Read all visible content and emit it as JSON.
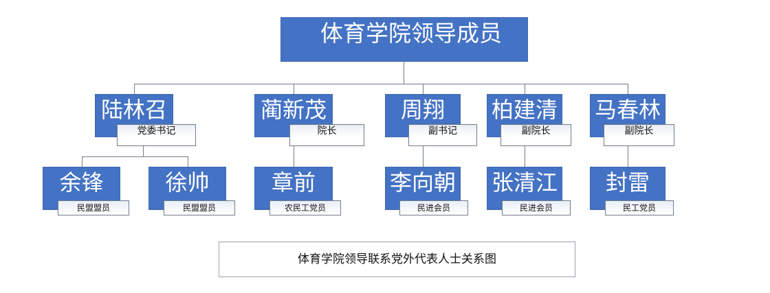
{
  "root": {
    "title": "体育学院领导成员"
  },
  "leaders": [
    {
      "name": "陆林召",
      "role": "党委书记"
    },
    {
      "name": "蔺新茂",
      "role": "院长"
    },
    {
      "name": "周翔",
      "role": "副书记"
    },
    {
      "name": "柏建清",
      "role": "副院长"
    },
    {
      "name": "马春林",
      "role": "副院长"
    }
  ],
  "contacts": [
    {
      "name": "余锋",
      "party": "民盟盟员"
    },
    {
      "name": "徐帅",
      "party": "民盟盟员"
    },
    {
      "name": "章前",
      "party": "农民工党员"
    },
    {
      "name": "李向朝",
      "party": "民进会员"
    },
    {
      "name": "张清江",
      "party": "民进会员"
    },
    {
      "name": "封雷",
      "party": "民工党员"
    }
  ],
  "caption": "体育学院领导联系党外代表人士关系图",
  "colors": {
    "node": "#4472c4",
    "line": "#6f7b88"
  }
}
